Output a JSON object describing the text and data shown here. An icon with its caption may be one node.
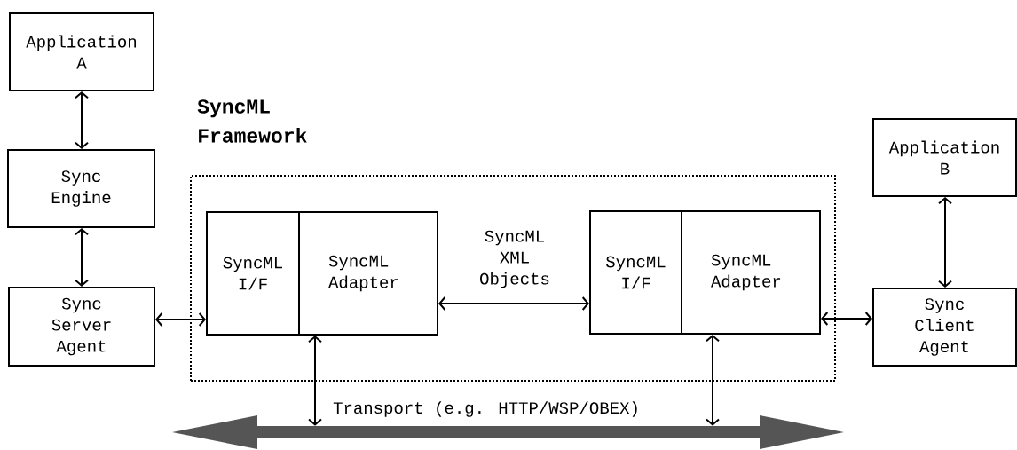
{
  "diagram": {
    "nodes": [
      {
        "text": [
          "Application A"
        ]
      },
      {
        "text": [
          "Sync Engine"
        ]
      },
      {
        "text": [
          "Sync Server Agent"
        ]
      },
      {
        "text": [
          "SyncML Framework"
        ]
      },
      {
        "text": [
          "SyncML I/F"
        ],
        "in": 3
      },
      {
        "text": [
          "SyncML Adapter"
        ],
        "in": 3
      },
      {
        "text": [
          "SyncML I/F"
        ],
        "in": 3
      },
      {
        "text": [
          "SyncML Adapter"
        ],
        "in": 3
      },
      {
        "text": [
          "Application B"
        ]
      },
      {
        "text": [
          "Sync Client Agent"
        ]
      },
      {
        "text": [
          "Transport (e.g. HTTP/WSP/OBEX)"
        ]
      }
    ],
    "edges": [
      {
        "from": 0,
        "to": 1,
        "arrow": "both"
      },
      {
        "from": 1,
        "to": 2,
        "arrow": "both"
      },
      {
        "from": 2,
        "to": 4,
        "arrow": "both"
      },
      {
        "from": 5,
        "to": 6,
        "arrow": "both",
        "label": "SyncML XML Objects"
      },
      {
        "from": 7,
        "to": 9,
        "arrow": "both"
      },
      {
        "from": 8,
        "to": 9,
        "arrow": "both"
      },
      {
        "from": 5,
        "to": 10,
        "arrow": "both"
      },
      {
        "from": 7,
        "to": 10,
        "arrow": "both"
      }
    ]
  }
}
